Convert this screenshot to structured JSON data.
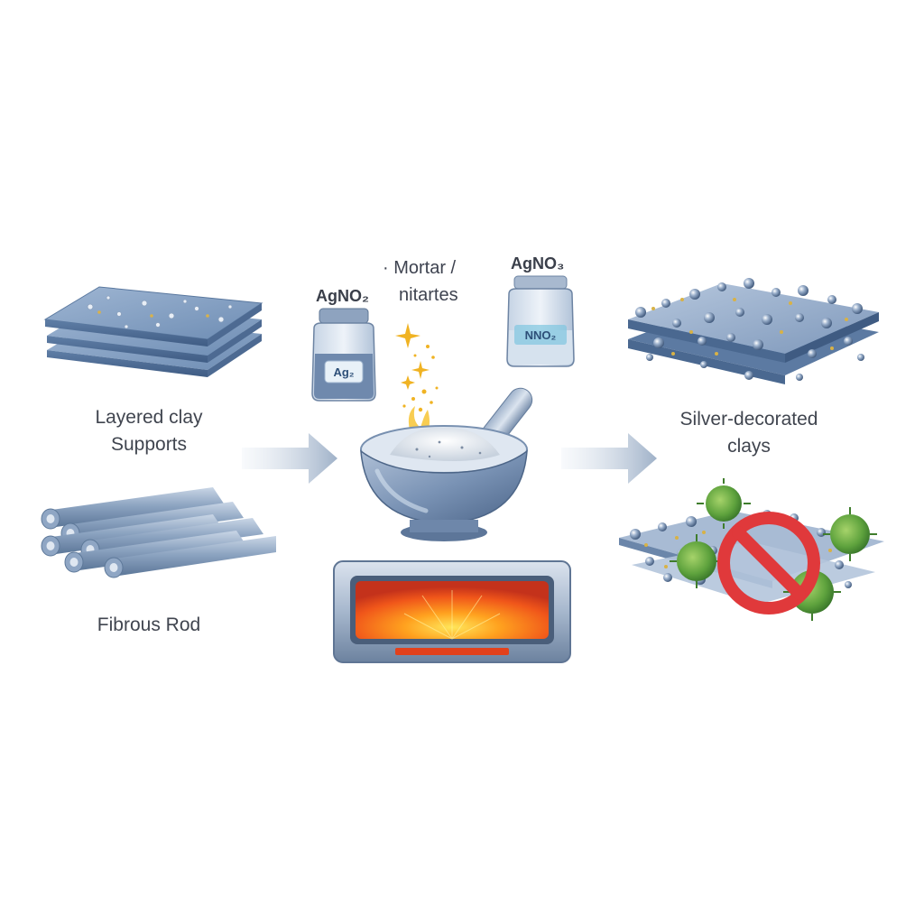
{
  "labels": {
    "layered_clay_line1": "Layered clay",
    "layered_clay_line2": "Supports",
    "fibrous_rod": "Fibrous Rod",
    "silver_decorated_line1": "Silver-decorated",
    "silver_decorated_line2": "clays",
    "mortar_line1": "· Mortar /",
    "mortar_line2": "nitartes",
    "jar_left_title": "AgNO₂",
    "jar_left_tag": "Ag₂",
    "jar_right_title": "AgNO₃",
    "jar_right_tag": "NNO₂"
  },
  "colors": {
    "clay_blue": "#6f8fb3",
    "arrow": "#a9b8cc",
    "furnace_glow": "#ff7a1a",
    "virus_green": "#4f9a3a",
    "prohibit_red": "#e0393b"
  }
}
